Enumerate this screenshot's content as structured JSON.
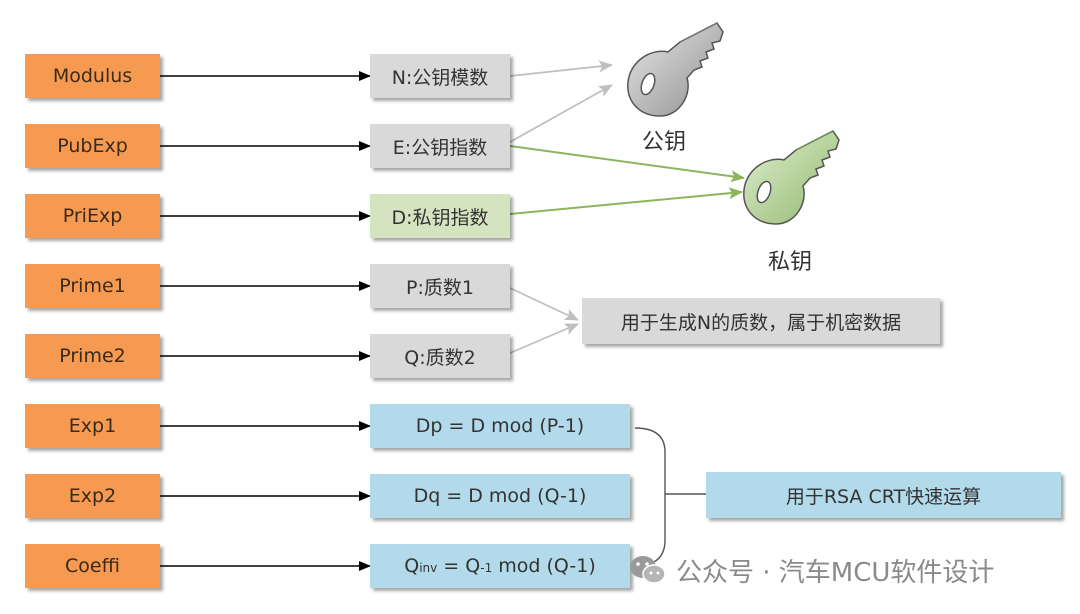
{
  "sources": [
    {
      "label": "Modulus"
    },
    {
      "label": "PubExp"
    },
    {
      "label": "PriExp"
    },
    {
      "label": "Prime1"
    },
    {
      "label": "Prime2"
    },
    {
      "label": "Exp1"
    },
    {
      "label": "Exp2"
    },
    {
      "label": "Coeffi"
    }
  ],
  "fields": [
    {
      "label": "N:公钥模数"
    },
    {
      "label": "E:公钥指数"
    },
    {
      "label": "D:私钥指数"
    },
    {
      "label": "P:质数1"
    },
    {
      "label": "Q:质数2"
    },
    {
      "label": "Dp = D mod (P-1)"
    },
    {
      "label": "Dq = D mod (Q-1)"
    },
    {
      "label_q": "Q",
      "label_inv": "inv",
      "label_eq": " = Q",
      "label_sup": "-1",
      "label_rest": " mod (Q-1)"
    }
  ],
  "keys": {
    "public_label": "公钥",
    "private_label": "私钥"
  },
  "notes": {
    "prime_note": "用于生成N的质数，属于机密数据",
    "crt_note": "用于RSA CRT快速运算"
  },
  "watermark": {
    "text": "公众号 · 汽车MCU软件设计",
    "icon": "wechat-icon"
  },
  "colors": {
    "source": "#F59A50",
    "public_field": "#D9D9D9",
    "private_field": "#D5E4C0",
    "crt_field": "#B3DAEA",
    "public_key": "#A9A9A9",
    "private_key": "#A8C98A"
  }
}
